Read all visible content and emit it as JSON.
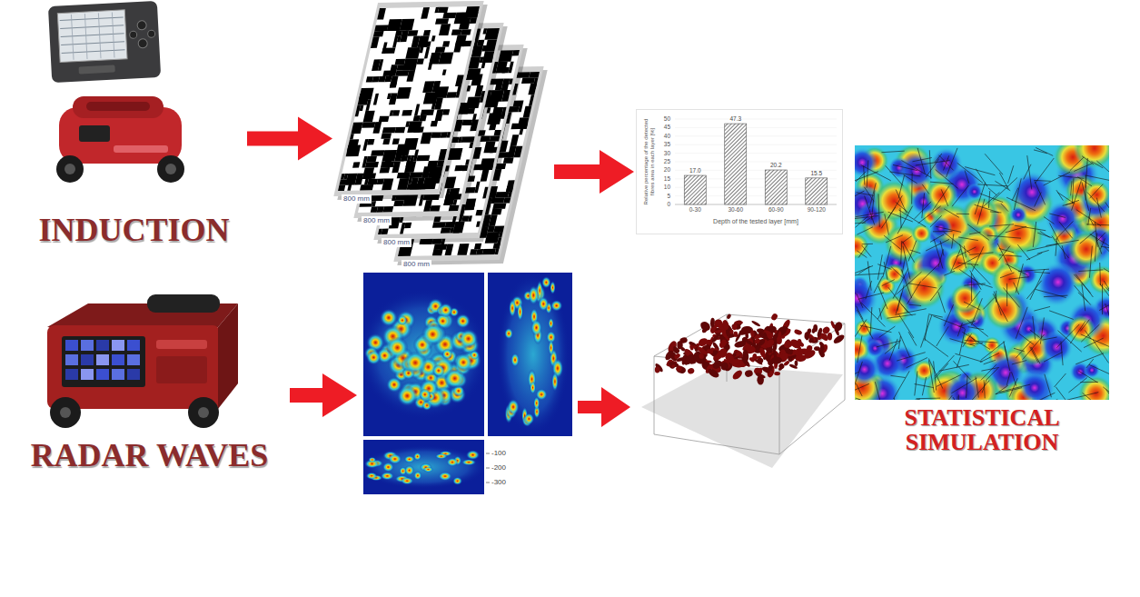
{
  "diagram": {
    "nodes": [
      {
        "text": [
          "INDUCTION"
        ]
      },
      {
        "text": [
          "800 mm",
          "800 mm",
          "800 mm",
          "800 mm"
        ]
      },
      {
        "text": [
          "0",
          "5",
          "10",
          "15",
          "20",
          "25",
          "30",
          "35",
          "40",
          "45",
          "50",
          "Relative percentage of the detected fibres area in each layer [%]",
          "17.0",
          "47.3",
          "20.2",
          "15.5",
          "0-30",
          "30-60",
          "60-90",
          "90-120",
          "Depth of the tested layer [mm]"
        ]
      },
      {
        "text": [
          "RADAR WAVES"
        ]
      },
      {
        "text": [
          "-100",
          "-200",
          "-300"
        ]
      },
      {
        "text": [
          "STATISTICAL SIMULATION"
        ]
      }
    ],
    "edges": [
      {
        "from": 0,
        "to": 1,
        "arrow": "to"
      },
      {
        "from": 1,
        "to": 2,
        "arrow": "to"
      },
      {
        "from": 3,
        "to": 4,
        "arrow": "to"
      }
    ]
  }
}
